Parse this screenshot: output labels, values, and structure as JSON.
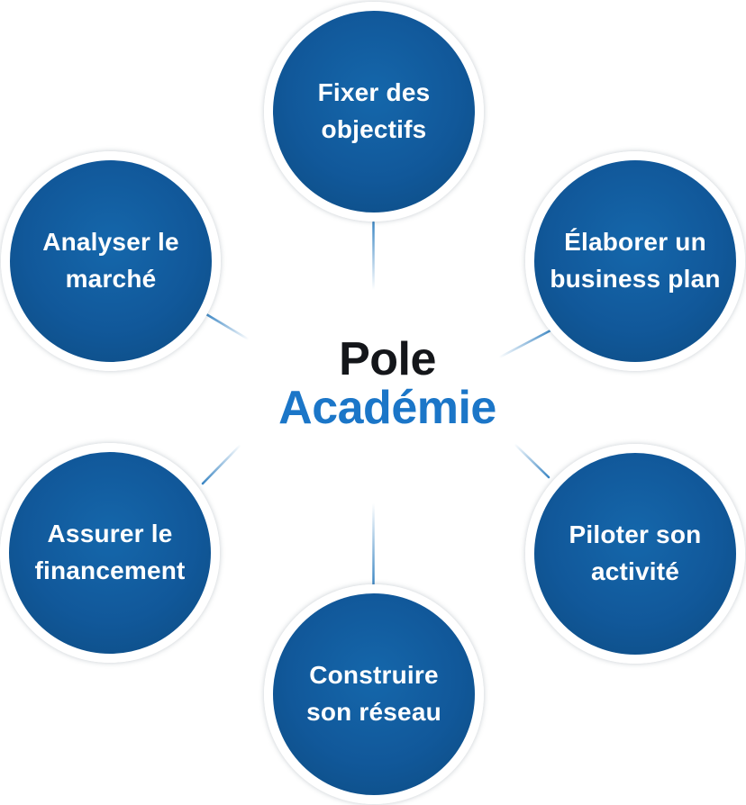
{
  "title": {
    "line1": "Pole",
    "line2": "Académie"
  },
  "colors": {
    "background": "#ffffff",
    "ring": "#ffffff",
    "node_fill_light": "#1567ab",
    "node_fill_mid": "#11589a",
    "node_fill_dark": "#0c4b80",
    "node_text": "#ffffff",
    "title_primary": "#14161a",
    "title_accent": "#1b76c8",
    "connector_blue": "#3c87c4"
  },
  "nodes": [
    {
      "id": "fixer-des-objectifs",
      "position": "top",
      "label": "Fixer des objectifs",
      "lines": [
        "Fixer des",
        "objectifs"
      ]
    },
    {
      "id": "elaborer-business-plan",
      "position": "top-right",
      "label": "Élaborer un business plan",
      "lines": [
        "Élaborer un",
        "business plan"
      ]
    },
    {
      "id": "piloter-son-activite",
      "position": "bottom-right",
      "label": "Piloter son activité",
      "lines": [
        "Piloter son",
        "activité"
      ]
    },
    {
      "id": "construire-son-reseau",
      "position": "bottom",
      "label": "Construire son réseau",
      "lines": [
        "Construire",
        "son réseau"
      ]
    },
    {
      "id": "assurer-le-financement",
      "position": "bottom-left",
      "label": "Assurer le financement",
      "lines": [
        "Assurer le",
        "financement"
      ]
    },
    {
      "id": "analyser-le-marche",
      "position": "top-left",
      "label": "Analyser le marché",
      "lines": [
        "Analyser le",
        "marché"
      ]
    }
  ]
}
